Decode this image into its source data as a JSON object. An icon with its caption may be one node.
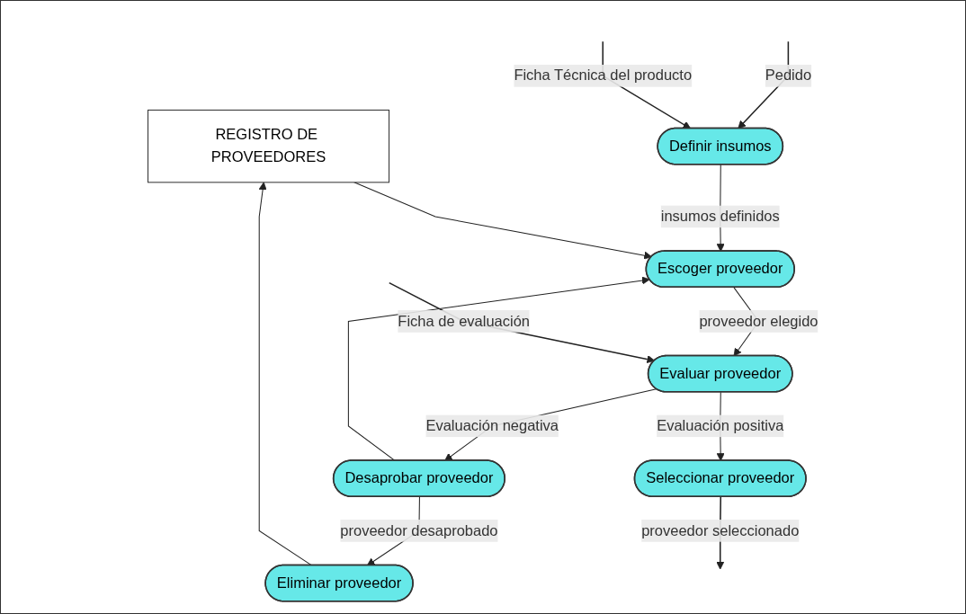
{
  "diagram": {
    "nodes": [
      {
        "text": [
          "REGISTRO DE PROVEEDORES"
        ]
      },
      {
        "text": [
          "Definir insumos"
        ]
      },
      {
        "text": [
          "Escoger proveedor"
        ]
      },
      {
        "text": [
          "Evaluar proveedor"
        ]
      },
      {
        "text": [
          "Desaprobar proveedor"
        ]
      },
      {
        "text": [
          "Eliminar proveedor"
        ]
      },
      {
        "text": [
          "Seleccionar proveedor"
        ]
      }
    ],
    "edges": [
      {
        "from": null,
        "to": 1,
        "label": "Pedido",
        "arrow": "to"
      },
      {
        "from": null,
        "to": 1,
        "label": "Ficha Técnica del producto",
        "arrow": "to"
      },
      {
        "from": 1,
        "to": 2,
        "label": "insumos definidos",
        "arrow": "to"
      },
      {
        "from": 0,
        "to": 2,
        "arrow": "to"
      },
      {
        "from": 2,
        "to": 3,
        "label": "proveedor elegido",
        "arrow": "to"
      },
      {
        "from": null,
        "to": 3,
        "label": "Ficha de evaluación",
        "arrow": "to"
      },
      {
        "from": 3,
        "to": 4,
        "label": "Evaluación negativa",
        "arrow": "to"
      },
      {
        "from": 3,
        "to": 6,
        "label": "Evaluación positiva",
        "arrow": "to"
      },
      {
        "from": 4,
        "to": 2,
        "arrow": "to"
      },
      {
        "from": 4,
        "to": 5,
        "label": "proveedor desaprobado",
        "arrow": "to"
      },
      {
        "from": 5,
        "to": 0,
        "arrow": "to"
      },
      {
        "from": 6,
        "to": null,
        "label": "proveedor seleccionado",
        "arrow": "to"
      }
    ]
  }
}
